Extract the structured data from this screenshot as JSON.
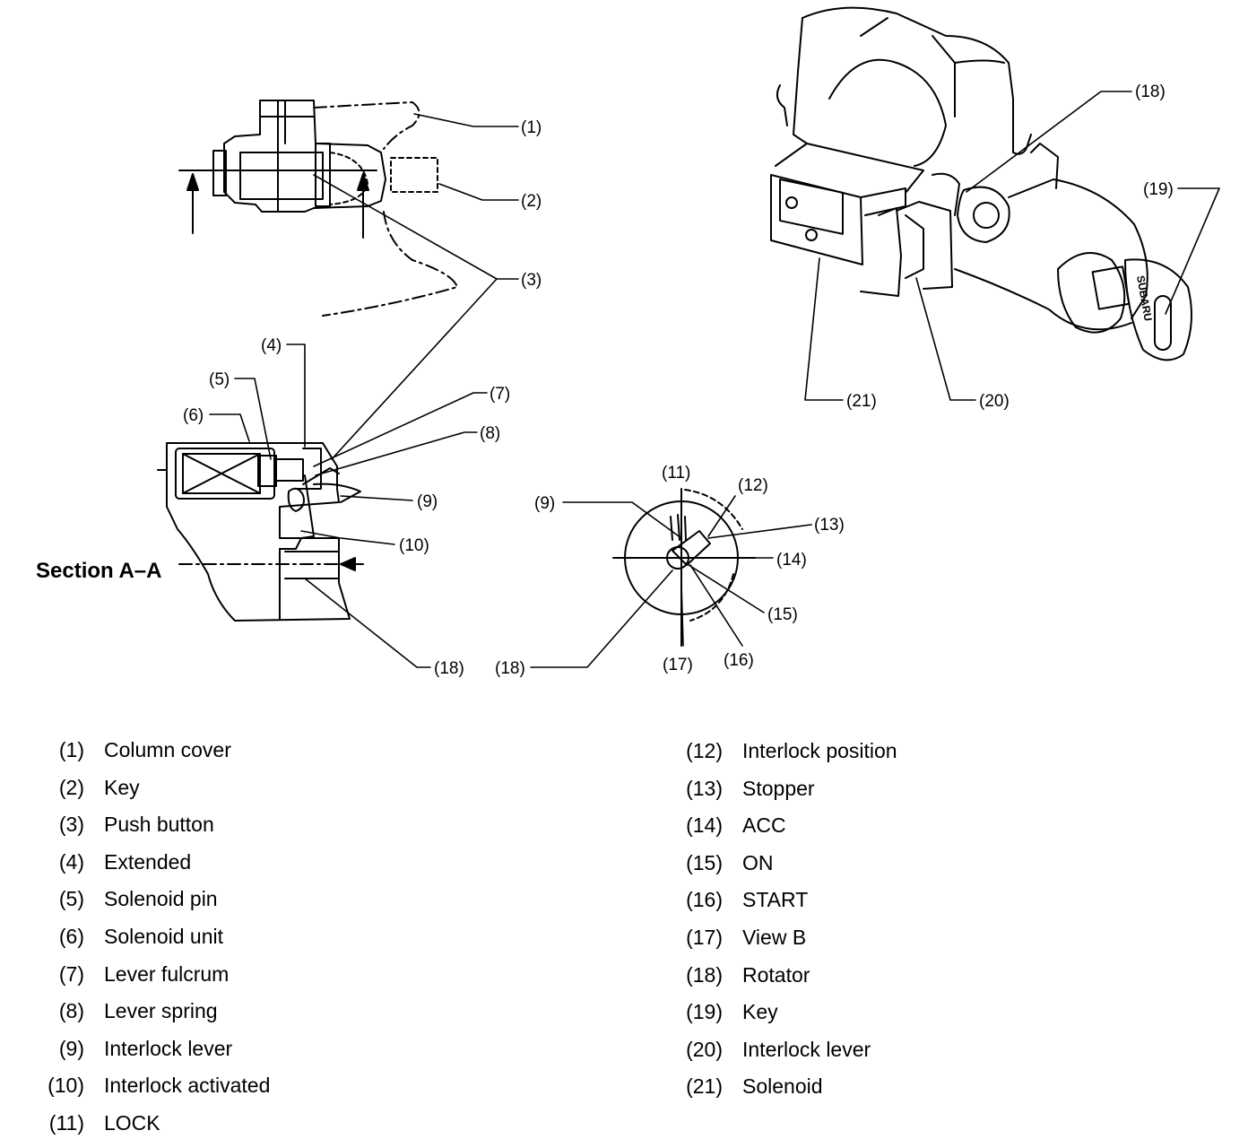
{
  "diagram": {
    "section_label": "Section A–A",
    "brand_text": "SUBARU",
    "callouts": {
      "c1": "(1)",
      "c2": "(2)",
      "c3": "(3)",
      "c4": "(4)",
      "c5": "(5)",
      "c6": "(6)",
      "c7": "(7)",
      "c8": "(8)",
      "c9": "(9)",
      "c10": "(10)",
      "c11": "(11)",
      "c12": "(12)",
      "c13": "(13)",
      "c14": "(14)",
      "c15": "(15)",
      "c16": "(16)",
      "c17": "(17)",
      "c18": "(18)",
      "c19": "(19)",
      "c20": "(20)",
      "c21": "(21)"
    }
  },
  "legend": {
    "left": [
      {
        "num": "(1)",
        "label": "Column cover"
      },
      {
        "num": "(2)",
        "label": "Key"
      },
      {
        "num": "(3)",
        "label": "Push button"
      },
      {
        "num": "(4)",
        "label": "Extended"
      },
      {
        "num": "(5)",
        "label": "Solenoid pin"
      },
      {
        "num": "(6)",
        "label": "Solenoid unit"
      },
      {
        "num": "(7)",
        "label": "Lever fulcrum"
      },
      {
        "num": "(8)",
        "label": "Lever spring"
      },
      {
        "num": "(9)",
        "label": "Interlock lever"
      },
      {
        "num": "(10)",
        "label": "Interlock activated"
      },
      {
        "num": "(11)",
        "label": "LOCK"
      }
    ],
    "right": [
      {
        "num": "(12)",
        "label": "Interlock position"
      },
      {
        "num": "(13)",
        "label": "Stopper"
      },
      {
        "num": "(14)",
        "label": "ACC"
      },
      {
        "num": "(15)",
        "label": "ON"
      },
      {
        "num": "(16)",
        "label": "START"
      },
      {
        "num": "(17)",
        "label": "View B"
      },
      {
        "num": "(18)",
        "label": "Rotator"
      },
      {
        "num": "(19)",
        "label": "Key"
      },
      {
        "num": "(20)",
        "label": "Interlock lever"
      },
      {
        "num": "(21)",
        "label": "Solenoid"
      }
    ]
  }
}
